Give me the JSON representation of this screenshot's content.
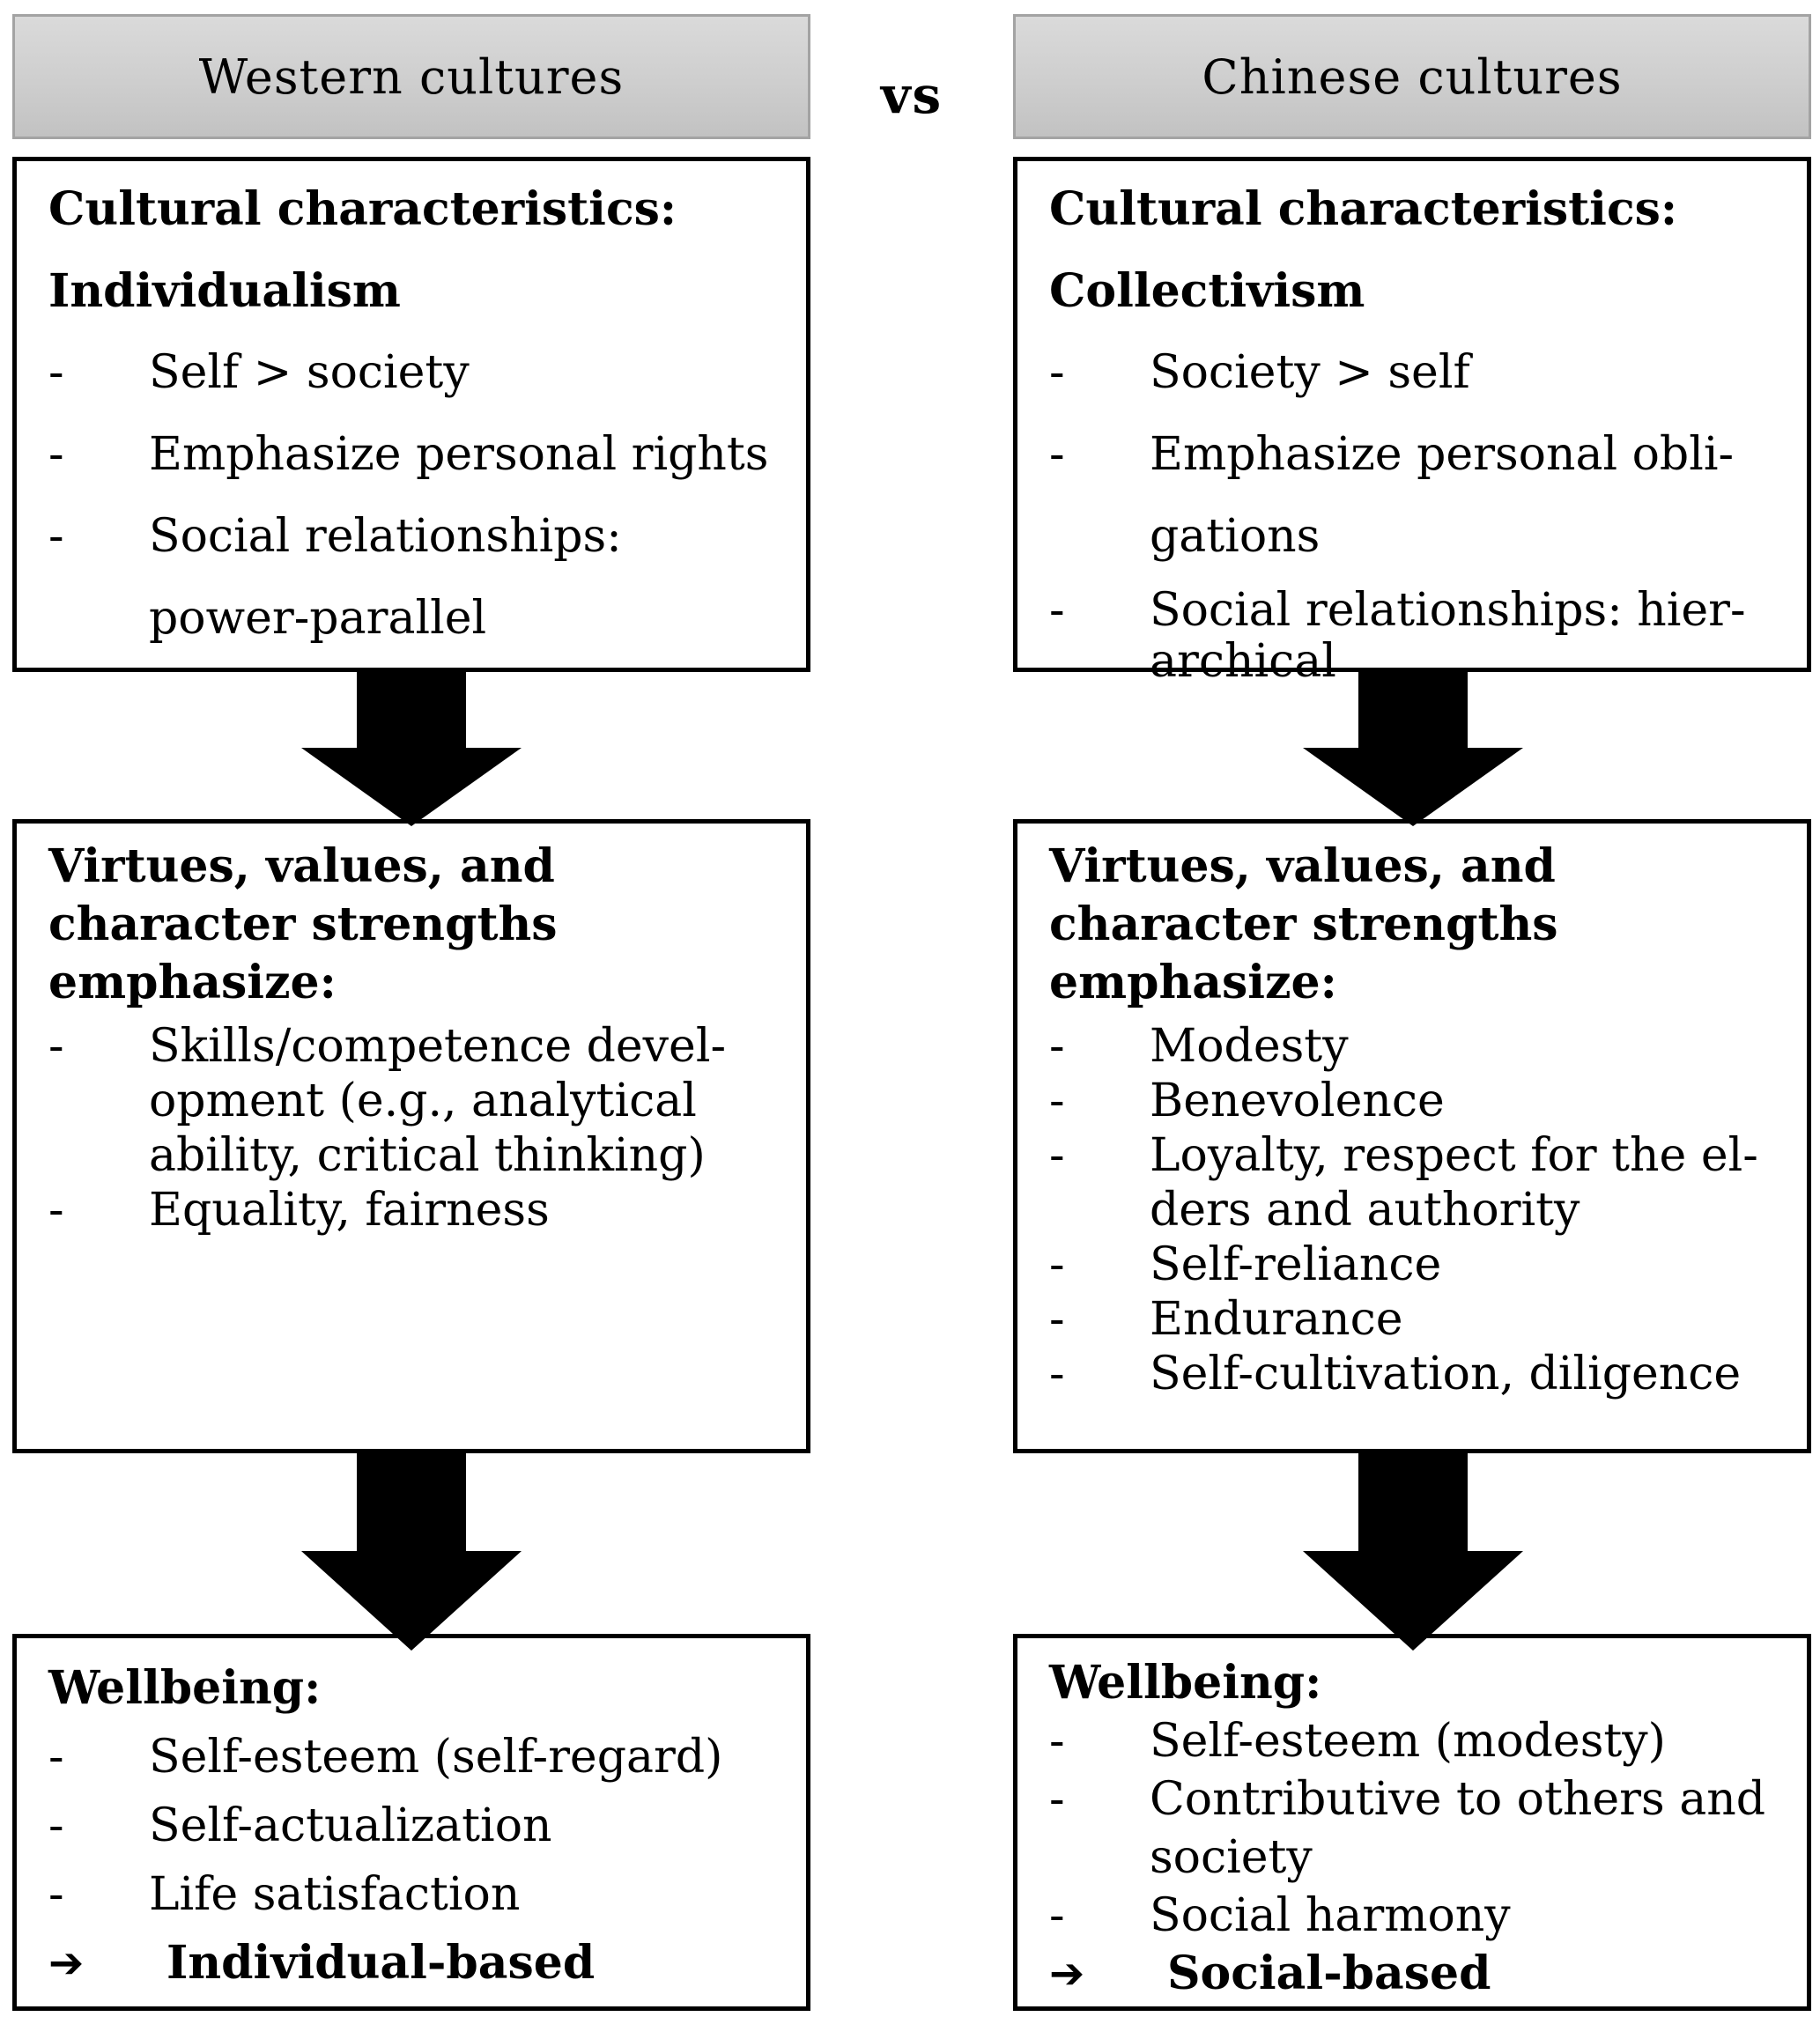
{
  "comparison": {
    "vs_label": "vs",
    "colors": {
      "header_fill_top": "#dadada",
      "header_fill_bottom": "#c2c2c2",
      "header_border": "#a3a3a3",
      "box_border": "#000000",
      "arrow": "#000000",
      "text": "#000000"
    },
    "columns": [
      {
        "id": "western",
        "header": "Western cultures",
        "boxes": [
          {
            "heading_lines": [
              "Cultural characteristics:",
              "Individualism"
            ],
            "items": [
              {
                "marker": "-",
                "lines": [
                  "Self > society"
                ]
              },
              {
                "marker": "-",
                "lines": [
                  "Emphasize personal rights"
                ]
              },
              {
                "marker": "-",
                "lines": [
                  "Social relationships:",
                  "power-parallel"
                ]
              }
            ]
          },
          {
            "heading_lines": [
              "Virtues, values, and",
              "character strengths",
              "emphasize:"
            ],
            "items": [
              {
                "marker": "-",
                "lines": [
                  "Skills/competence devel-",
                  "opment (e.g., analytical",
                  "ability, critical thinking)"
                ]
              },
              {
                "marker": "-",
                "lines": [
                  "Equality, fairness"
                ]
              }
            ]
          },
          {
            "heading_lines": [
              "Wellbeing:"
            ],
            "items": [
              {
                "marker": "-",
                "lines": [
                  "Self-esteem (self-regard)"
                ]
              },
              {
                "marker": "-",
                "lines": [
                  "Self-actualization"
                ]
              },
              {
                "marker": "-",
                "lines": [
                  "Life satisfaction"
                ]
              },
              {
                "marker": "➔",
                "lines": [
                  "Individual-based"
                ],
                "bold": true
              }
            ]
          }
        ]
      },
      {
        "id": "chinese",
        "header": "Chinese cultures",
        "boxes": [
          {
            "heading_lines": [
              "Cultural characteristics:",
              "Collectivism"
            ],
            "items": [
              {
                "marker": "-",
                "lines": [
                  "Society > self"
                ]
              },
              {
                "marker": "-",
                "lines": [
                  "Emphasize personal obli-",
                  "gations"
                ]
              },
              {
                "marker": "-",
                "lines": [
                  "Social relationships: hier-",
                  "archical"
                ],
                "tight": true
              }
            ]
          },
          {
            "heading_lines": [
              "Virtues, values, and",
              "character strengths",
              "emphasize:"
            ],
            "items": [
              {
                "marker": "-",
                "lines": [
                  "Modesty"
                ]
              },
              {
                "marker": "-",
                "lines": [
                  "Benevolence"
                ]
              },
              {
                "marker": "-",
                "lines": [
                  "Loyalty, respect for the el-",
                  "ders and authority"
                ]
              },
              {
                "marker": "-",
                "lines": [
                  "Self-reliance"
                ]
              },
              {
                "marker": "-",
                "lines": [
                  "Endurance"
                ]
              },
              {
                "marker": "-",
                "lines": [
                  "Self-cultivation, diligence"
                ]
              }
            ]
          },
          {
            "heading_lines": [
              "Wellbeing:"
            ],
            "items": [
              {
                "marker": "-",
                "lines": [
                  "Self-esteem (modesty)"
                ]
              },
              {
                "marker": "-",
                "lines": [
                  "Contributive to others and",
                  "society"
                ]
              },
              {
                "marker": "-",
                "lines": [
                  "Social harmony"
                ]
              },
              {
                "marker": "➔",
                "lines": [
                  "Social-based"
                ],
                "bold": true
              }
            ]
          }
        ]
      }
    ]
  }
}
